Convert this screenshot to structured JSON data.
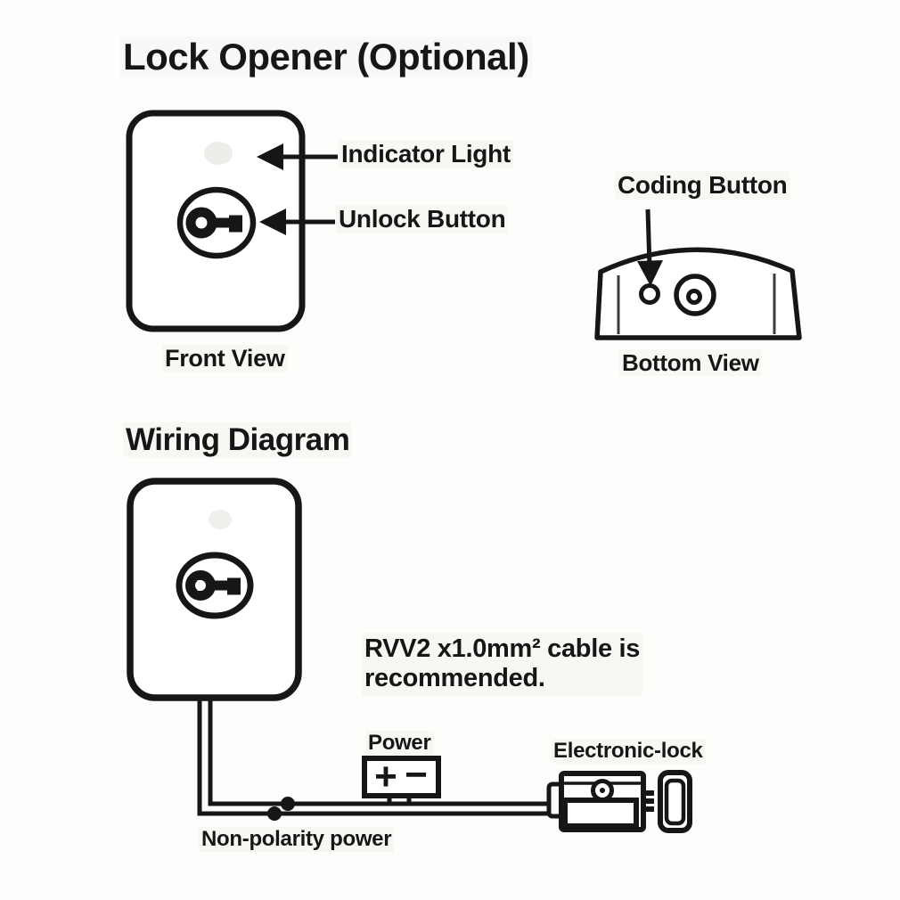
{
  "page": {
    "title": "Lock Opener (Optional)"
  },
  "front_view": {
    "caption": "Front View",
    "indicator_label": "Indicator Light",
    "unlock_label": "Unlock Button"
  },
  "bottom_view": {
    "caption": "Bottom View",
    "coding_label": "Coding Button"
  },
  "wiring": {
    "heading": "Wiring Diagram",
    "cable_note_line1": "RVV2 x1.0mm² cable is",
    "cable_note_line2": "recommended.",
    "power_label": "Power",
    "power_positive": "+",
    "power_negative": "−",
    "electronic_lock_label": "Electronic-lock",
    "non_polarity_label": "Non-polarity power"
  },
  "colors": {
    "ink": "#161616",
    "background": "#fdfdfc",
    "faint_mark": "#ececе8"
  }
}
